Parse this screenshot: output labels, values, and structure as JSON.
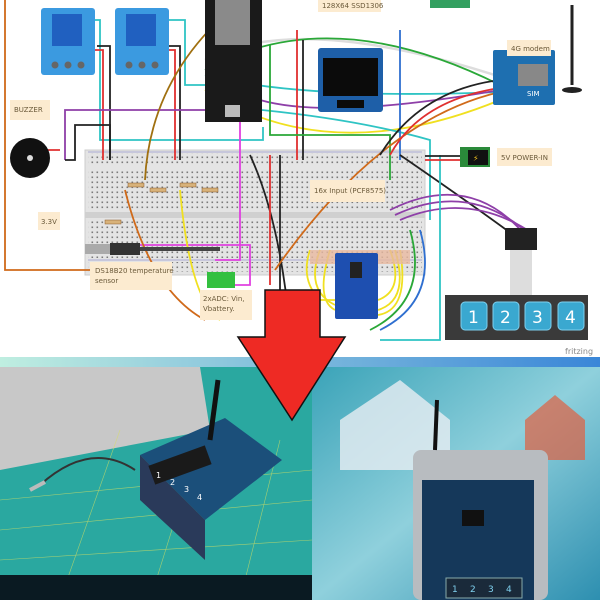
{
  "diagram": {
    "labels": {
      "oled": "128X64  SSD1306",
      "modem": "4G modem",
      "sim": "SIM",
      "buzzer": "BUZZER",
      "power": "5V POWER-IN",
      "input": "16x Input (PCF8575)",
      "v33": "3.3V",
      "ds18b20_line1": "DS18B20 temperature",
      "ds18b20_line2": "sensor",
      "adc_line1": "2xADC: Vin,",
      "adc_line2": "Vbattery.",
      "watermark": "fritzing"
    },
    "keypad_keys": [
      "1",
      "2",
      "3",
      "4"
    ],
    "wire_colors": [
      "#e03030",
      "#222222",
      "#8e3fa8",
      "#2fc4c4",
      "#f0e020",
      "#2aa838",
      "#2f6fd0",
      "#d06a1a",
      "#e040e0",
      "#a07010",
      "#dddddd"
    ]
  },
  "arrow": {
    "color": "#ee2a24"
  },
  "photos": {
    "left_keys": [
      "1",
      "2",
      "3",
      "4"
    ],
    "right_keys": [
      "1",
      "2",
      "3",
      "4"
    ]
  }
}
